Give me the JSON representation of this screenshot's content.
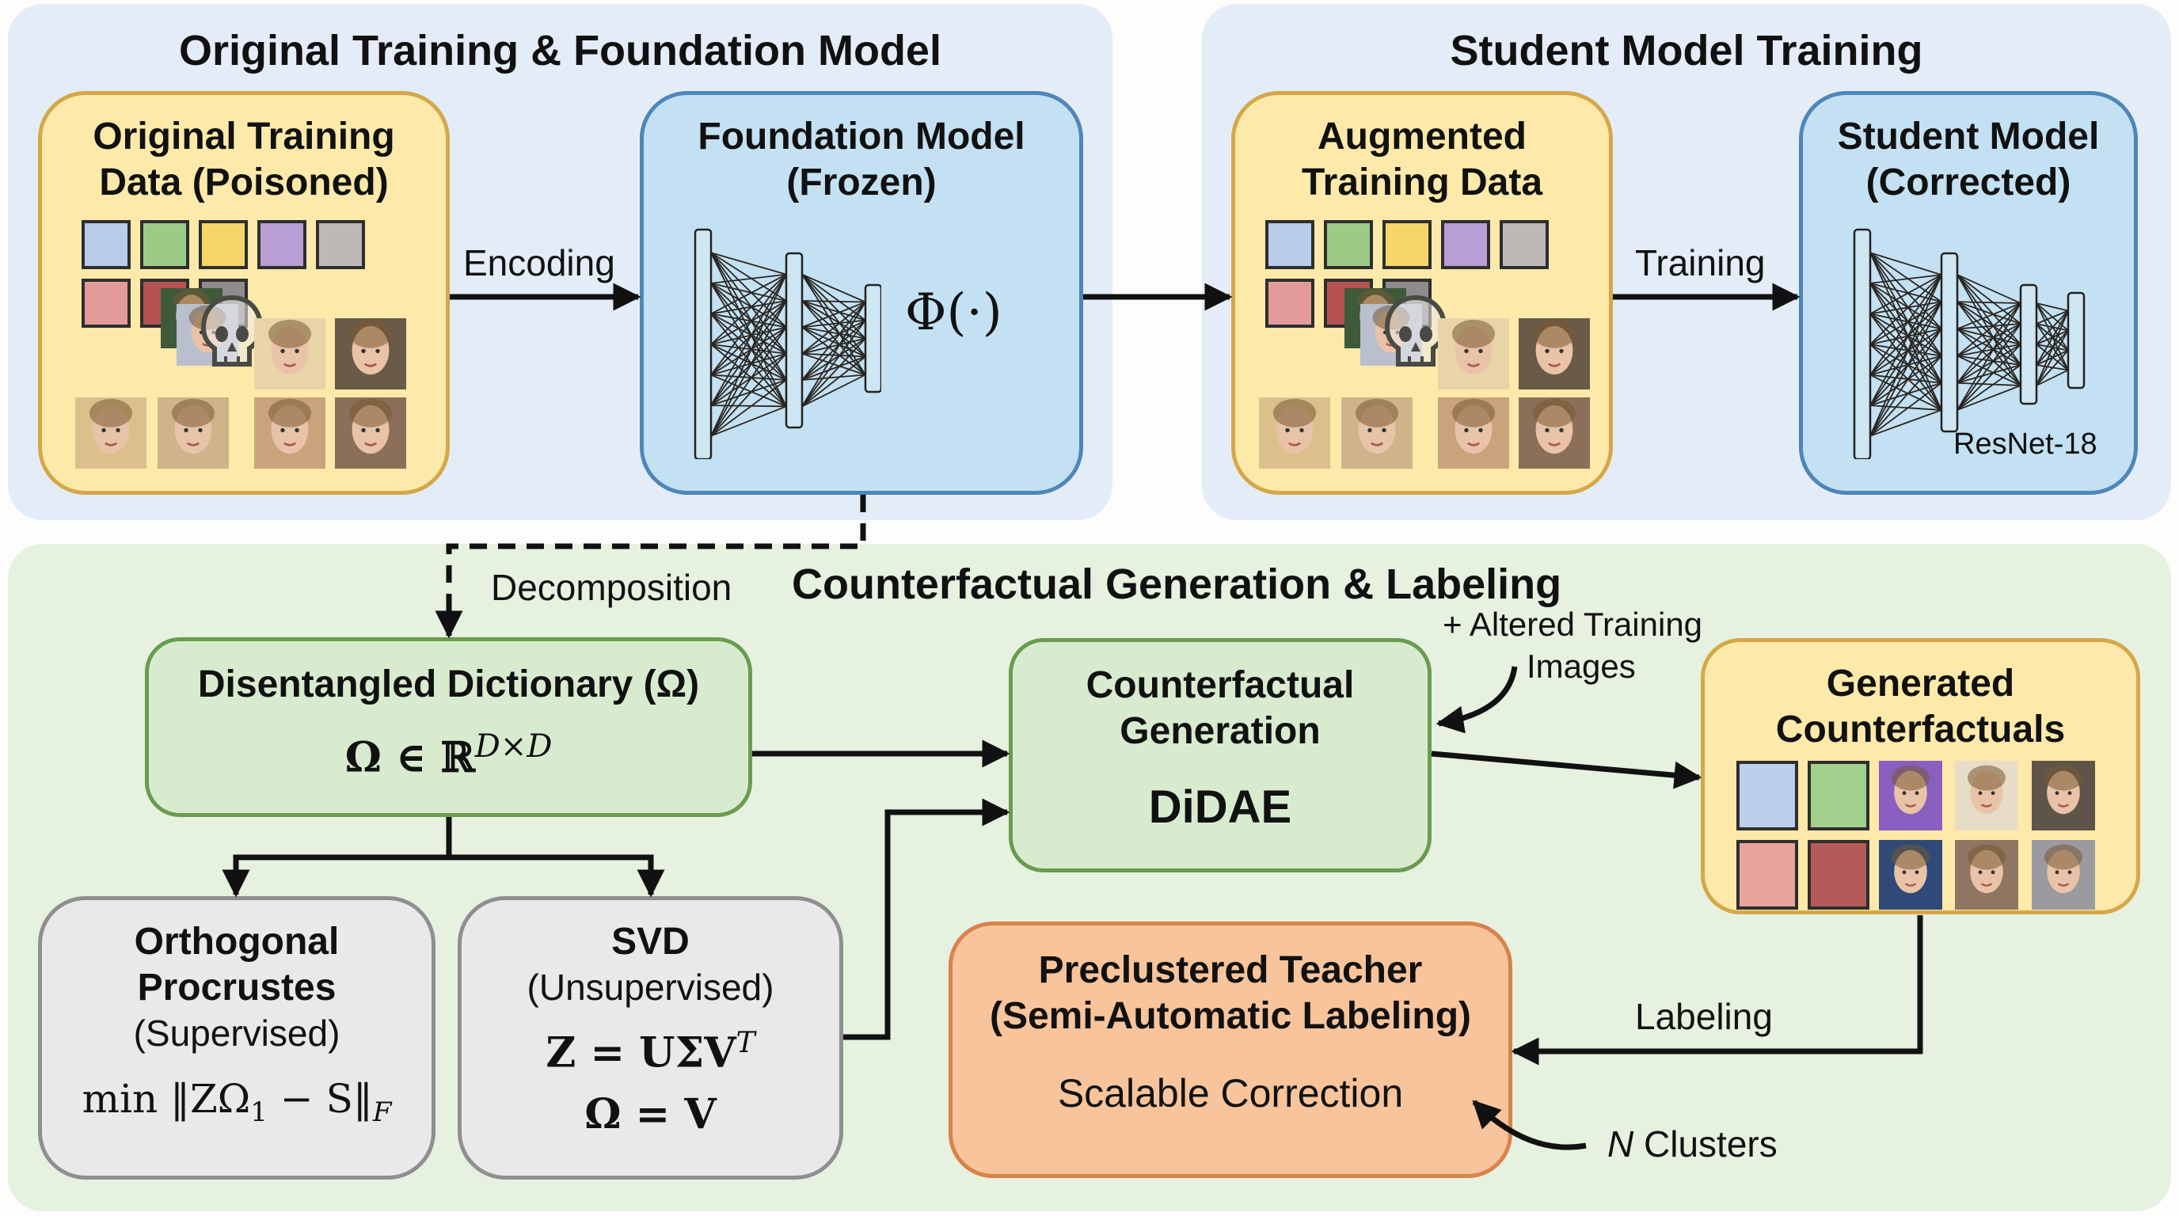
{
  "sections": {
    "top_left": {
      "title": "Original Training & Foundation Model"
    },
    "top_right": {
      "title": "Student Model Training"
    },
    "bottom": {
      "title": "Counterfactual Generation & Labeling"
    }
  },
  "boxes": {
    "original_data": {
      "title_line1": "Original Training",
      "title_line2": "Data (Poisoned)"
    },
    "foundation": {
      "title_line1": "Foundation Model",
      "title_line2": "(Frozen)",
      "symbol": "Φ(·)"
    },
    "augmented": {
      "title_line1": "Augmented",
      "title_line2": "Training Data"
    },
    "student": {
      "title_line1": "Student Model",
      "title_line2": "(Corrected)",
      "arch": "ResNet-18"
    },
    "dictionary": {
      "title": "Disentangled Dictionary (Ω)",
      "formula_base": "Ω ∈ ℝ",
      "formula_sup": "D×D"
    },
    "procrustes": {
      "title_line1": "Orthogonal",
      "title_line2": "Procrustes",
      "subtitle": "(Supervised)",
      "formula": "min ‖ZΩ",
      "formula_sub": "1",
      "formula_tail": " − S‖",
      "formula_tail_sub": "F"
    },
    "svd": {
      "title": "SVD",
      "subtitle": "(Unsupervised)",
      "formula1_base": "Z = UΣV",
      "formula1_sup": "T",
      "formula2": "Ω = V"
    },
    "didae": {
      "title_line1": "Counterfactual",
      "title_line2": "Generation",
      "name": "DiDAE"
    },
    "generated": {
      "title_line1": "Generated",
      "title_line2": "Counterfactuals"
    },
    "teacher": {
      "title_line1": "Preclustered Teacher",
      "title_line2": "(Semi-Automatic Labeling)",
      "subtitle": "Scalable Correction"
    }
  },
  "edges": {
    "encoding": "Encoding",
    "training": "Training",
    "decomposition": "Decomposition",
    "altered_line1": "+ Altered Training",
    "altered_line2": "Images",
    "labeling": "Labeling",
    "clusters_var": "N",
    "clusters_text": " Clusters"
  },
  "colors": {
    "swatches_row1": [
      "#b7cde9",
      "#9ccb86",
      "#f8d56a",
      "#b79ed4",
      "#bdb9b6"
    ],
    "swatches_row2": [
      "#e39a9a",
      "#b55252",
      "#8e8a8d"
    ],
    "generated_swatches": [
      "#b9cfea",
      "#a3d08c",
      "#e8a39a",
      "#b35a58"
    ],
    "faces_training": [
      "#e8d4a8",
      "#6b5a48",
      "#dcc08c",
      "#cfb38a",
      "#c8a37b",
      "#8b6f58"
    ],
    "faces_generated": [
      "#8a5fc2",
      "#e6dcc8",
      "#5f5449",
      "#2f4a78",
      "#8e7663",
      "#9a9aa0"
    ]
  },
  "icons": {
    "poison": "skull-icon"
  }
}
